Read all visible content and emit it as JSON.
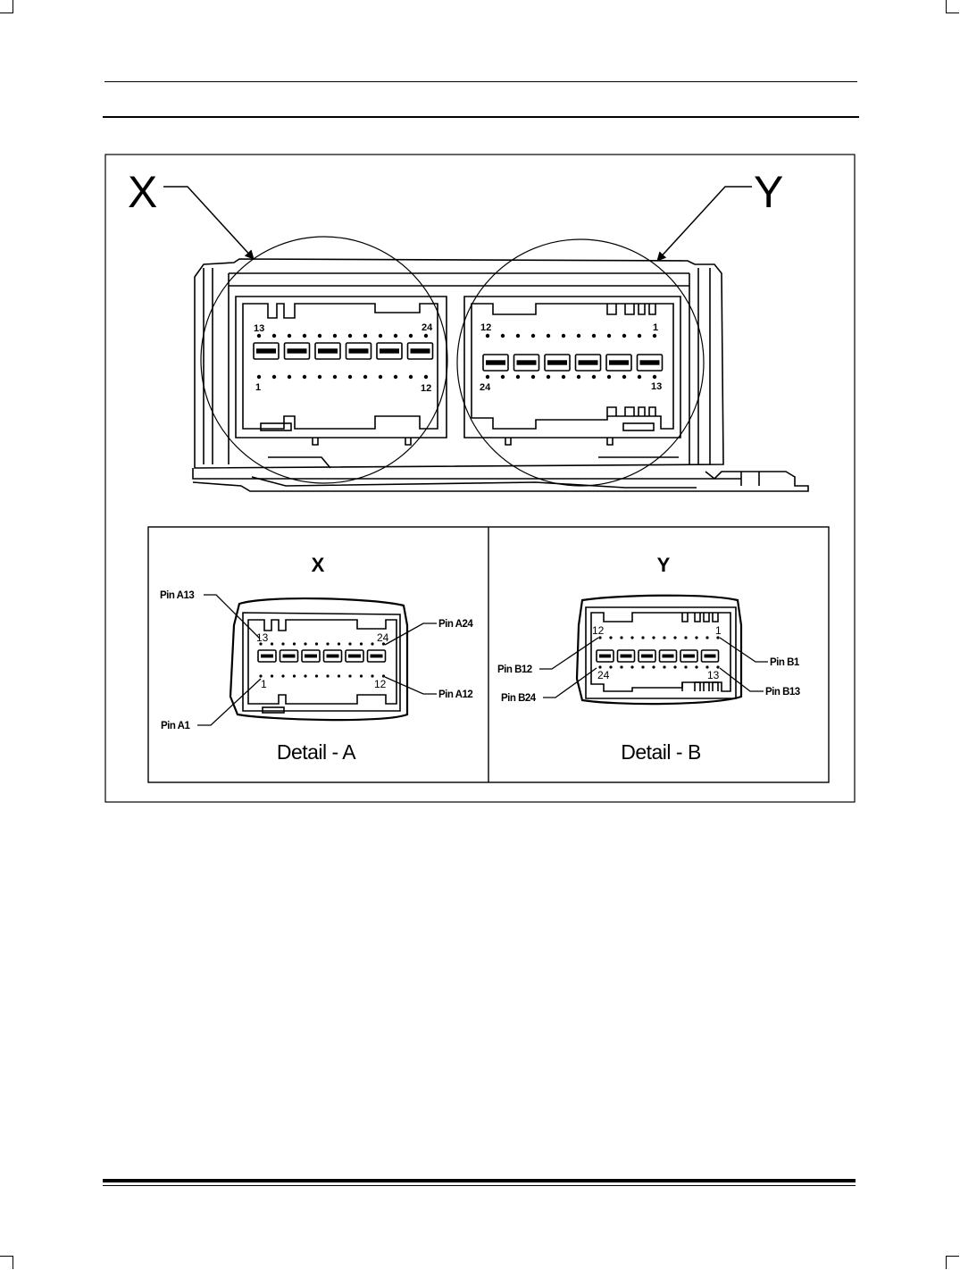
{
  "main_view": {
    "callout_x": "X",
    "callout_y": "Y",
    "connector_a": {
      "top_left": "13",
      "top_right": "24",
      "bottom_left": "1",
      "bottom_right": "12"
    },
    "connector_b": {
      "top_left": "12",
      "top_right": "1",
      "bottom_left": "24",
      "bottom_right": "13"
    }
  },
  "detail_a": {
    "heading": "X",
    "caption": "Detail - A",
    "pins": {
      "top_left": "13",
      "top_right": "24",
      "bottom_left": "1",
      "bottom_right": "12"
    },
    "labels": {
      "pin_a13": "Pin A13",
      "pin_a24": "Pin A24",
      "pin_a12": "Pin A12",
      "pin_a1": "Pin A1"
    }
  },
  "detail_b": {
    "heading": "Y",
    "caption": "Detail - B",
    "pins": {
      "top_left": "12",
      "top_right": "1",
      "bottom_left": "24",
      "bottom_right": "13"
    },
    "labels": {
      "pin_b12": "Pin B12",
      "pin_b24": "Pin B24",
      "pin_b1": "Pin B1",
      "pin_b13": "Pin B13"
    }
  }
}
